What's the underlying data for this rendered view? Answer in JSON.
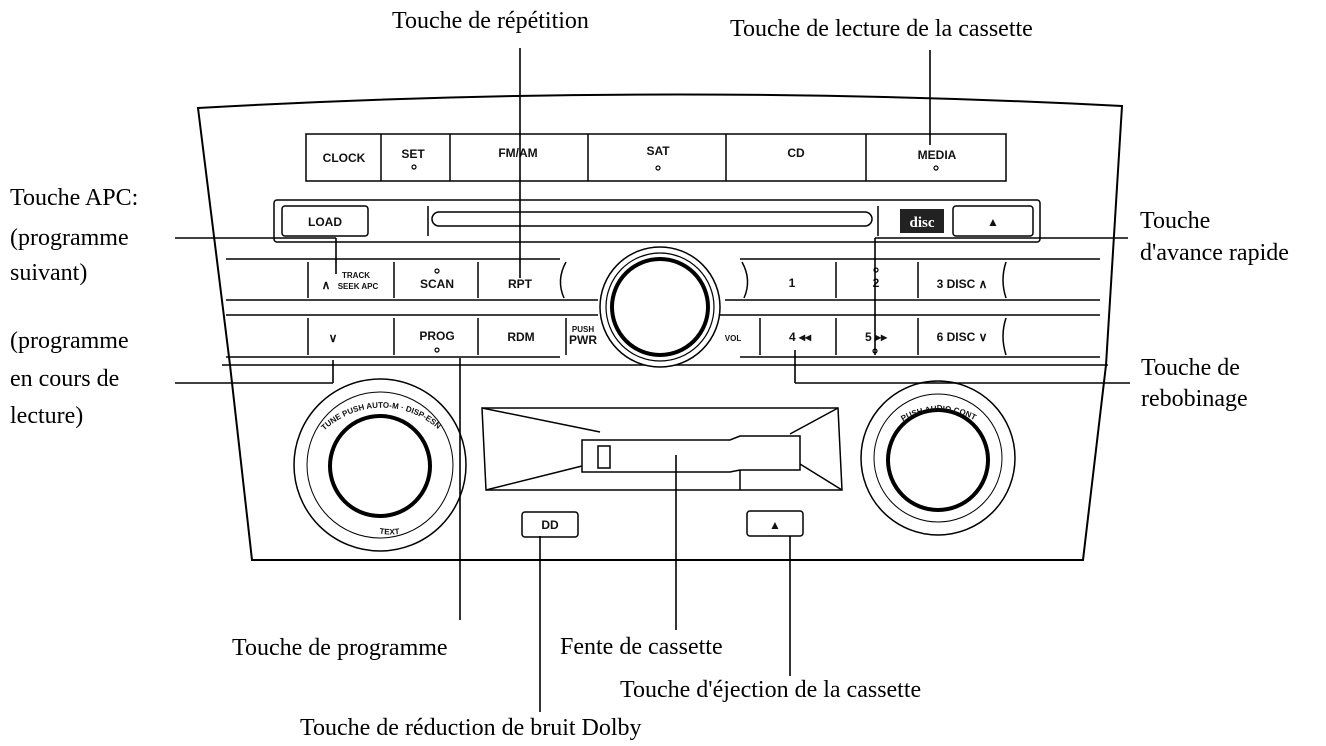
{
  "labels": {
    "repeat": "Touche de répétition",
    "cassette_play": "Touche de lecture de la cassette",
    "apc_1": "Touche APC:",
    "apc_2": "(programme",
    "apc_3": "suivant)",
    "current_1": "(programme",
    "current_2": "en cours de",
    "current_3": "lecture)",
    "ff_1": "Touche",
    "ff_2": "d'avance rapide",
    "rew_1": "Touche de",
    "rew_2": "rebobinage",
    "program": "Touche de programme",
    "slot": "Fente de cassette",
    "eject": "Touche d'éjection de la cassette",
    "dolby": "Touche de réduction de bruit Dolby"
  },
  "buttons": {
    "clock": "CLOCK",
    "set": "SET",
    "fmam": "FM/AM",
    "sat": "SAT",
    "cd": "CD",
    "media": "MEDIA",
    "load": "LOAD",
    "track_up_arrow": "∧",
    "track": "TRACK",
    "seek_apc": "SEEK APC",
    "scan": "SCAN",
    "rpt": "RPT",
    "p1": "1",
    "p2": "2",
    "p3": "3 DISC ∧",
    "down": "∨",
    "prog": "PROG",
    "rdm": "RDM",
    "push": "PUSH",
    "pwr": "PWR",
    "vol": "VOL",
    "p4": "4 ◂◂",
    "p5": "5 ▸▸",
    "p6": "6 DISC ∨",
    "disc_logo": "disc",
    "eject_disc": "▲",
    "eject_cassette": "▲",
    "dolby": "DD"
  },
  "knobs": {
    "left_arc_top": "TUNE PUSH AUTO-M · DISP-ESN",
    "left_arc_bottom": "TEXT",
    "right_arc_top": "PUSH AUDIO CONT"
  }
}
